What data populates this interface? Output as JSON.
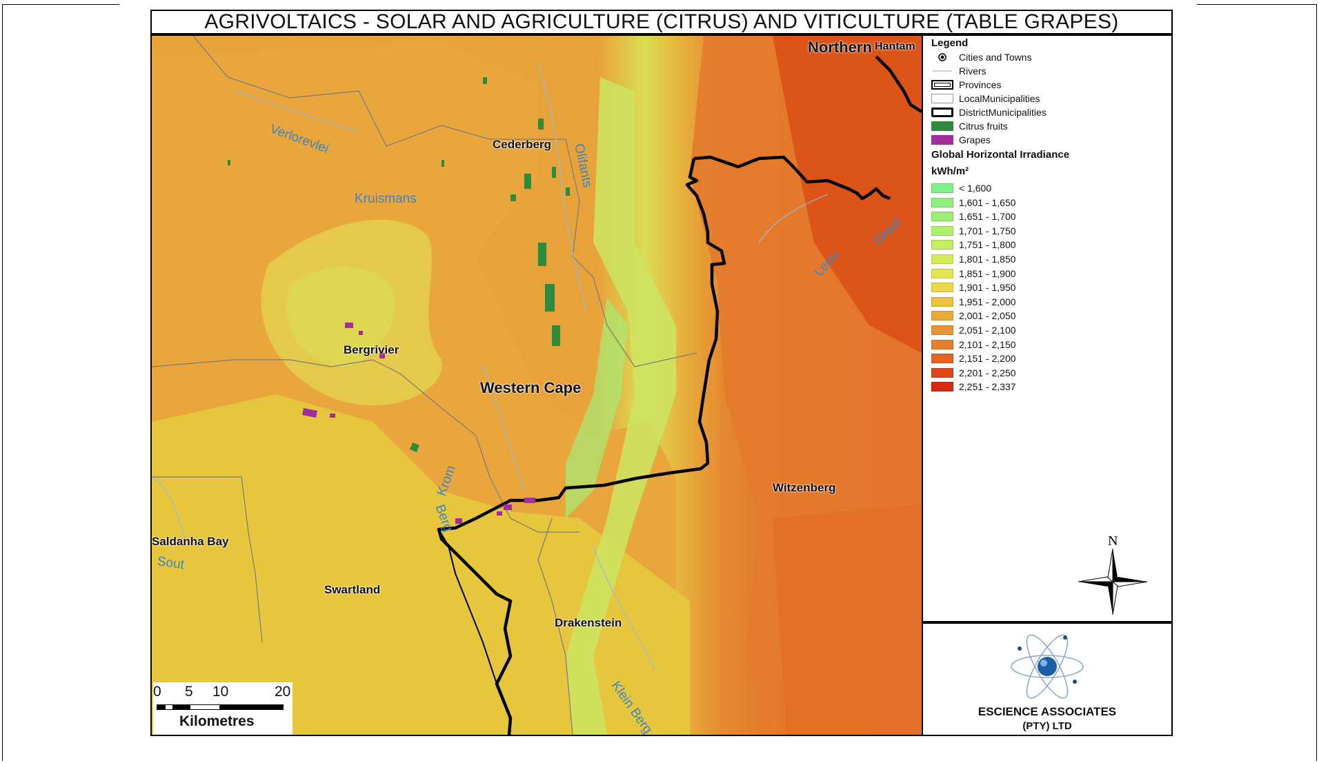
{
  "title": "AGRIVOLTAICS - SOLAR AND AGRICULTURE (CITRUS) AND VITICULTURE (TABLE GRAPES)",
  "map": {
    "places": [
      {
        "name": "Northern",
        "big": true
      },
      {
        "name": "Hantam",
        "big": false
      },
      {
        "name": "Cederberg",
        "big": false
      },
      {
        "name": "Bergrivier",
        "big": false
      },
      {
        "name": "Western Cape",
        "big": true
      },
      {
        "name": "Witzenberg",
        "big": false
      },
      {
        "name": "Saldanha Bay",
        "big": false
      },
      {
        "name": "Swartland",
        "big": false
      },
      {
        "name": "Drakenstein",
        "big": false
      }
    ],
    "rivers": [
      "Verlorevlei",
      "Kruismans",
      "Olifants",
      "Leeu",
      "Groot",
      "Krom",
      "Berg",
      "Sout",
      "Klein Berg"
    ]
  },
  "scale": {
    "ticks": [
      "0",
      "5",
      "10",
      "20"
    ],
    "unit": "Kilometres"
  },
  "north_arrow": {
    "label": "N",
    "icon": "north-arrow-icon"
  },
  "legend": {
    "title": "Legend",
    "items": [
      {
        "label": "Cities and Towns",
        "symbol": "city-dot"
      },
      {
        "label": "Rivers",
        "symbol": "river-line",
        "color": "#b0c4de"
      },
      {
        "label": "Provinces",
        "symbol": "province-box"
      },
      {
        "label": "LocalMunicipalities",
        "symbol": "local-box"
      },
      {
        "label": "DistrictMunicipalities",
        "symbol": "district-box"
      },
      {
        "label": "Citrus fruits",
        "symbol": "fill",
        "color": "#2e8b3e"
      },
      {
        "label": "Grapes",
        "symbol": "fill",
        "color": "#a32ca0"
      }
    ],
    "ghi_title": "Global Horizontal Irradiance",
    "ghi_unit": "kWh/m²",
    "ghi_classes": [
      {
        "label": "< 1,600",
        "color": "#7ef08a"
      },
      {
        "label": "1,601 - 1,650",
        "color": "#8cf07a"
      },
      {
        "label": "1,651 - 1,700",
        "color": "#9def72"
      },
      {
        "label": "1,701 - 1,750",
        "color": "#b0ef6a"
      },
      {
        "label": "1,751 - 1,800",
        "color": "#c4ee60"
      },
      {
        "label": "1,801 - 1,850",
        "color": "#d6ec58"
      },
      {
        "label": "1,851 - 1,900",
        "color": "#e4e650"
      },
      {
        "label": "1,901 - 1,950",
        "color": "#ecd846"
      },
      {
        "label": "1,951 - 2,000",
        "color": "#e9c23e"
      },
      {
        "label": "2,001 - 2,050",
        "color": "#e8aa38"
      },
      {
        "label": "2,051 - 2,100",
        "color": "#e69634"
      },
      {
        "label": "2,101 - 2,150",
        "color": "#e67e2c"
      },
      {
        "label": "2,151 - 2,200",
        "color": "#e46222"
      },
      {
        "label": "2,201 - 2,250",
        "color": "#e0461a"
      },
      {
        "label": "2,251 - 2,337",
        "color": "#d82a12"
      }
    ]
  },
  "logo": {
    "line1": "ESCIENCE ASSOCIATES",
    "line2": "(PTY) LTD",
    "icon": "atom-logo-icon"
  }
}
